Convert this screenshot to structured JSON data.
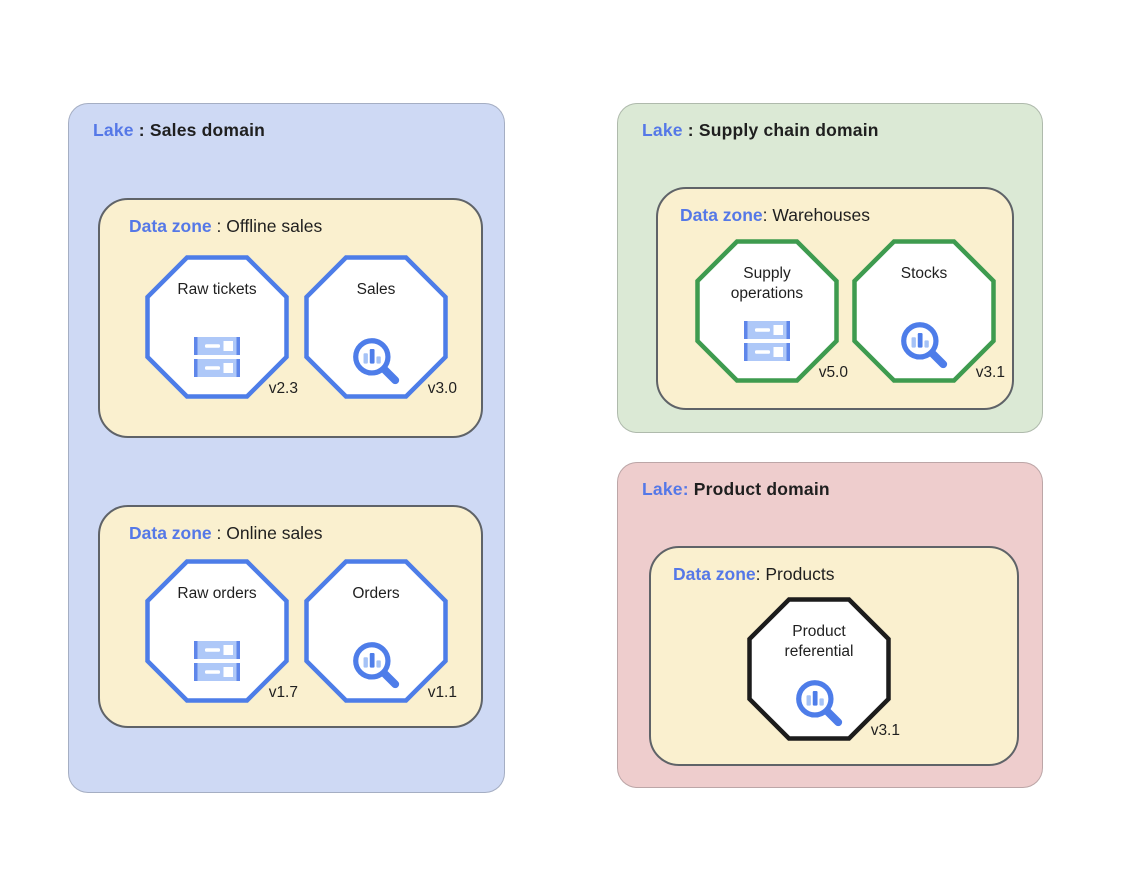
{
  "colors": {
    "lake_accent_blue": "#5578E7",
    "title_black": "#1F1F1F",
    "sales_lake_bg": "#CED9F4",
    "supply_lake_bg": "#DBE9D5",
    "product_lake_bg": "#EECDCD",
    "zone_bg": "#FAF0CF",
    "zone_border": "#5F6368",
    "octagon_blue": "#4D7DE8",
    "octagon_green": "#3E9B4F",
    "octagon_black": "#1C1C1C",
    "icon_light_blue": "#AEC8F8",
    "icon_edge_blue": "#5E86EA",
    "icon_primary_blue": "#4E7DE9",
    "icon_bar_light": "#A5C2F6"
  },
  "lakes": [
    {
      "title_label": "Lake",
      "title_rest": " : Sales domain",
      "zones": [
        {
          "title_label": "Data zone",
          "title_rest": " : Offline sales",
          "assets": [
            {
              "name": "Raw tickets",
              "version": "v2.3",
              "icon": "storage-server-icon",
              "border_color": "#4D7DE8"
            },
            {
              "name": "Sales",
              "version": "v3.0",
              "icon": "search-analytics-icon",
              "border_color": "#4D7DE8"
            }
          ]
        },
        {
          "title_label": "Data zone",
          "title_rest": " : Online sales",
          "assets": [
            {
              "name": "Raw orders",
              "version": "v1.7",
              "icon": "storage-server-icon",
              "border_color": "#4D7DE8"
            },
            {
              "name": "Orders",
              "version": "v1.1",
              "icon": "search-analytics-icon",
              "border_color": "#4D7DE8"
            }
          ]
        }
      ]
    },
    {
      "title_label": "Lake",
      "title_rest": " : Supply chain domain",
      "zones": [
        {
          "title_label": "Data zone",
          "title_rest": ": Warehouses",
          "assets": [
            {
              "name": "Supply operations",
              "version": "v5.0",
              "icon": "storage-server-icon",
              "border_color": "#3E9B4F"
            },
            {
              "name": "Stocks",
              "version": "v3.1",
              "icon": "search-analytics-icon",
              "border_color": "#3E9B4F"
            }
          ]
        }
      ]
    },
    {
      "title_label": "Lake:",
      "title_rest": " Product domain",
      "zones": [
        {
          "title_label": "Data zone",
          "title_rest": ": Products",
          "assets": [
            {
              "name": "Product referential",
              "version": "v3.1",
              "icon": "search-analytics-icon",
              "border_color": "#1C1C1C"
            }
          ]
        }
      ]
    }
  ]
}
